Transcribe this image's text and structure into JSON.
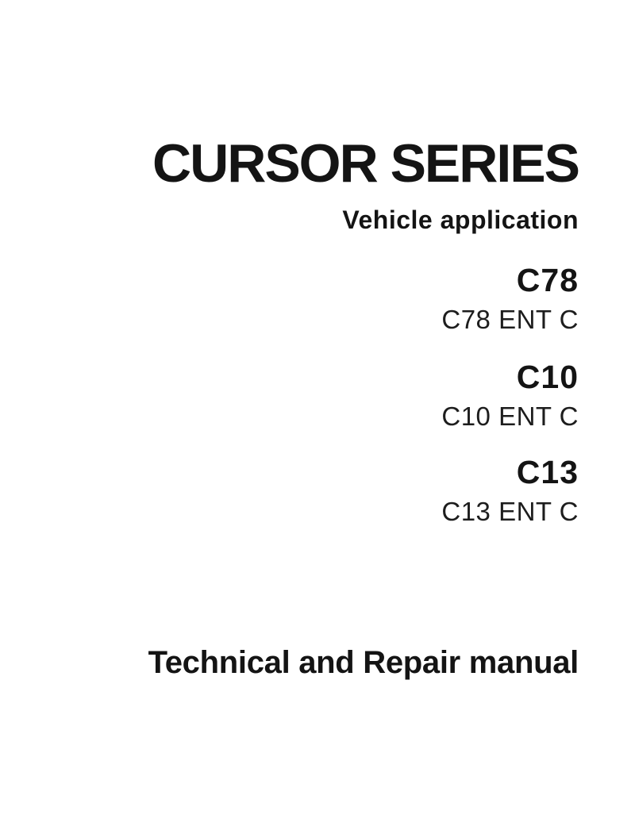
{
  "document": {
    "title": "CURSOR SERIES",
    "subtitle": "Vehicle application",
    "models": [
      {
        "name": "C78",
        "variant": "C78 ENT C"
      },
      {
        "name": "C10",
        "variant": "C10 ENT C"
      },
      {
        "name": "C13",
        "variant": "C13 ENT C"
      }
    ],
    "footer_title": "Technical and Repair manual",
    "colors": {
      "text": "#141414",
      "background": "#ffffff"
    }
  }
}
